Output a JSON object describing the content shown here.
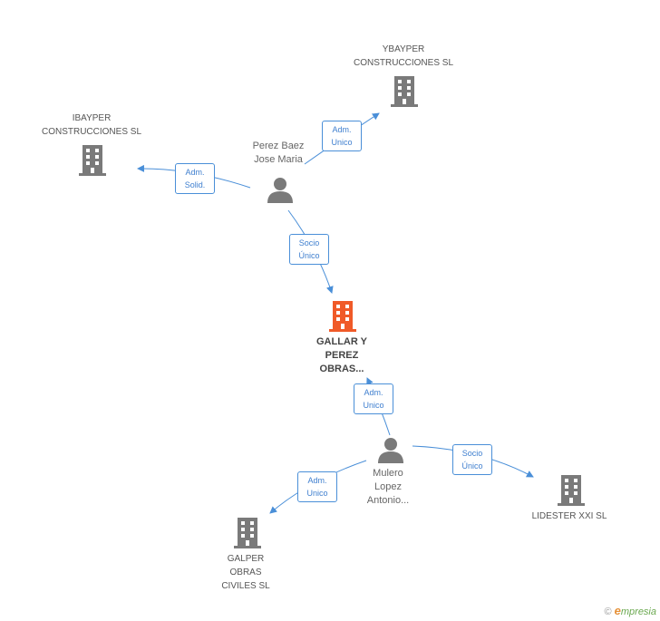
{
  "colors": {
    "edge": "#4a8fd8",
    "company_icon": "#7a7a7a",
    "main_company_icon": "#f05a28",
    "person_icon": "#7a7a7a"
  },
  "nodes": {
    "ybayper": {
      "label": "YBAYPER\nCONSTRUCCIONES SL",
      "icon": "building-icon"
    },
    "ibayper": {
      "label": "IBAYPER\nCONSTRUCCIONES SL",
      "icon": "building-icon"
    },
    "perez_baez": {
      "label": "Perez Baez\nJose Maria",
      "icon": "person-icon"
    },
    "gallar": {
      "label": "GALLAR Y\nPEREZ\nOBRAS...",
      "icon": "building-icon"
    },
    "mulero": {
      "label": "Mulero\nLopez\nAntonio...",
      "icon": "person-icon"
    },
    "lidester": {
      "label": "LIDESTER XXI SL",
      "icon": "building-icon"
    },
    "galper": {
      "label": "GALPER\nOBRAS\nCIVILES SL",
      "icon": "building-icon"
    }
  },
  "edges": {
    "perez_to_ybayper": "Adm.\nUnico",
    "perez_to_ibayper": "Adm.\nSolid.",
    "perez_to_gallar": "Socio\nÚnico",
    "mulero_to_gallar": "Adm.\nUnico",
    "mulero_to_lidester": "Socio\nÚnico",
    "mulero_to_galper": "Adm.\nUnico"
  },
  "brand": {
    "copyright": "©",
    "name_initial": "e",
    "name_rest": "mpresia"
  }
}
